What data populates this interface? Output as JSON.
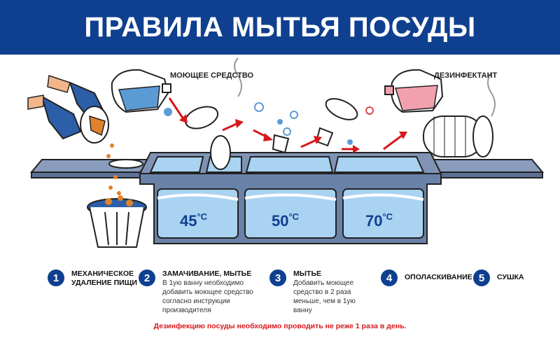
{
  "title": "ПРАВИЛА МЫТЬЯ ПОСУДЫ",
  "labels": {
    "detergent": "МОЮЩЕЕ СРЕДСТВО",
    "disinfectant": "ДЕЗИНФЕКТАНТ"
  },
  "temperatures": [
    {
      "value": "45",
      "unit": "°C"
    },
    {
      "value": "50",
      "unit": "°C"
    },
    {
      "value": "70",
      "unit": "°C"
    }
  ],
  "steps": [
    {
      "number": "1",
      "title": "МЕХАНИЧЕСКОЕ УДАЛЕНИЕ ПИЩИ",
      "text": ""
    },
    {
      "number": "2",
      "title": "ЗАМАЧИВАНИЕ, МЫТЬЕ",
      "text": "В 1ую ванну необходимо добавить моющее средство согласно инструкции производителя"
    },
    {
      "number": "3",
      "title": "МЫТЬЕ",
      "text": "Добавить моющее средство в 2 раза меньше, чем в 1ую ванну"
    },
    {
      "number": "4",
      "title": "ОПОЛАСКИВАНИЕ",
      "text": ""
    },
    {
      "number": "5",
      "title": "СУШКА",
      "text": ""
    }
  ],
  "footer": "Дезинфекцию посуды необходимо проводить не реже 1 раза в день.",
  "colors": {
    "header": "#0f3f8f",
    "sink": "#6b82a8",
    "water": "#a9d3f0",
    "arrow": "#d7191c"
  }
}
